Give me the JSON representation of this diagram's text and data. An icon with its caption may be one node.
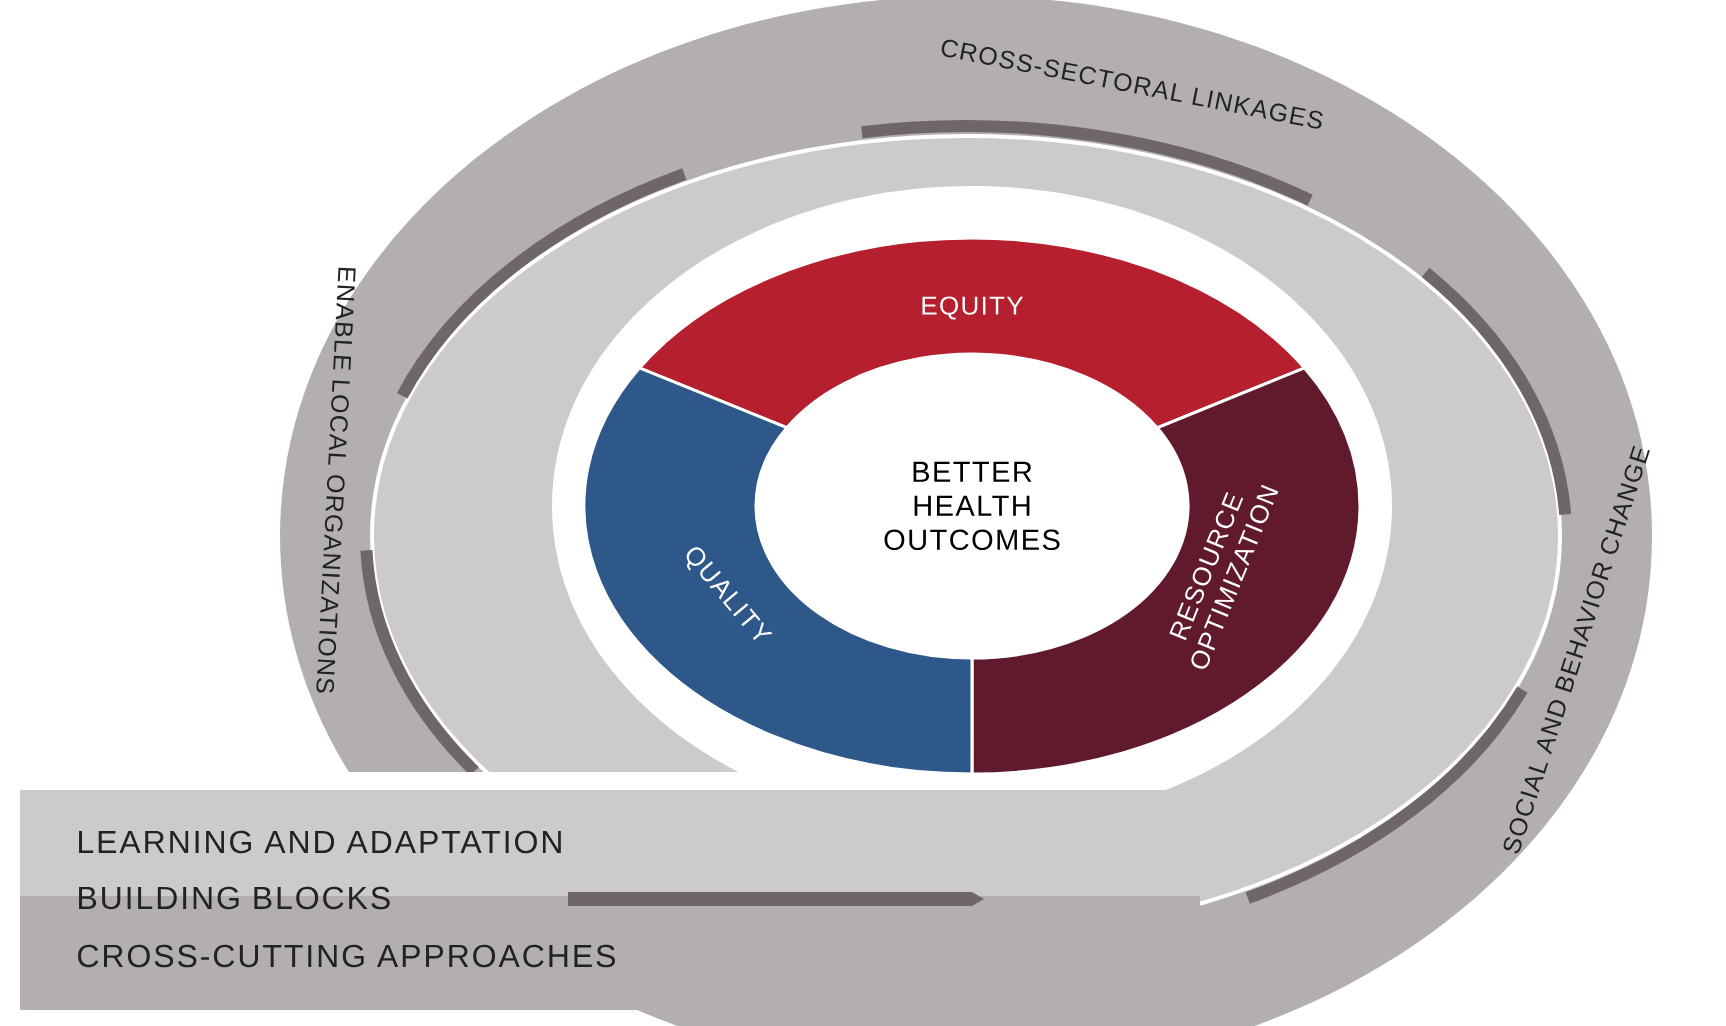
{
  "diagram": {
    "nodes": [
      {
        "text": [
          "ENABLE LOCAL ORGANIZATIONS",
          "CROSS-SECTORAL LINKAGES",
          "SOCIAL AND BEHAVIOR CHANGE"
        ]
      },
      {
        "text": [
          "EQUITY"
        ],
        "in": 0
      },
      {
        "text": [
          "RESOURCE OPTIMIZATION"
        ],
        "in": 0
      },
      {
        "text": [
          "QUALITY"
        ],
        "in": 0
      },
      {
        "text": [
          "BETTER HEALTH OUTCOMES"
        ],
        "in": 0
      },
      {
        "text": [
          "LEARNING AND ADAPTATION"
        ]
      },
      {
        "text": [
          "CROSS-CUTTING APPROACHES"
        ]
      }
    ],
    "labels": [
      "BUILDING BLOCKS"
    ]
  }
}
